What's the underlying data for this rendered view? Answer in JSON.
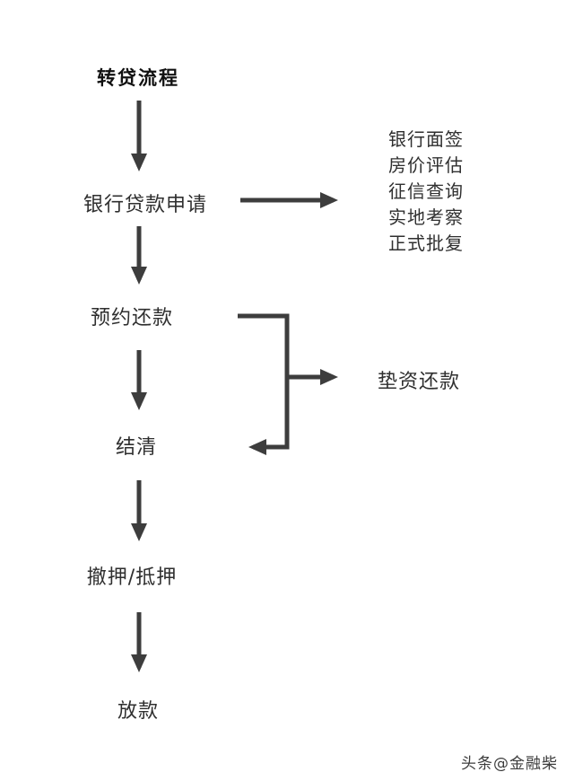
{
  "flowchart": {
    "title": "转贷流程",
    "nodes": {
      "apply": "银行贷款申请",
      "reserve": "预约还款",
      "settle": "结清",
      "release": "撤押/抵押",
      "disburse": "放款",
      "advance": "垫资还款"
    },
    "side_list": [
      "银行面签",
      "房价评估",
      "征信查询",
      "实地考察",
      "正式批复"
    ],
    "watermark": "头条@金融柴",
    "colors": {
      "arrow": "#3d3d3d",
      "text": "#2f2f2f",
      "background": "#ffffff"
    }
  }
}
